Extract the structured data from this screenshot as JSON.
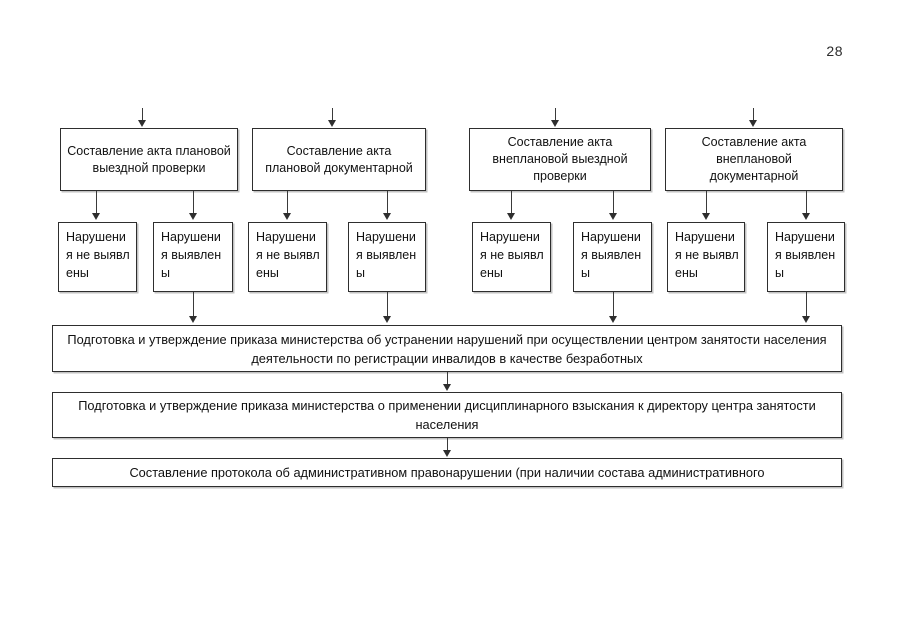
{
  "document": {
    "page_number": "28",
    "type": "flowchart"
  },
  "flowchart": {
    "title": "",
    "top_nodes": [
      {
        "id": "act-planned-onsite",
        "text": "Составление акта плановой выездной проверки"
      },
      {
        "id": "act-planned-documentary",
        "text": "Составление акта плановой документарной"
      },
      {
        "id": "act-unplanned-onsite",
        "text": "Составление акта внеплановой выездной проверки"
      },
      {
        "id": "act-unplanned-documentary",
        "text": "Составление акта внеплановой документарной"
      }
    ],
    "outcome_nodes": [
      {
        "id": "no-violations-1",
        "text": "Нарушения не выявлены"
      },
      {
        "id": "violations-1",
        "text": "Нарушения выявлены"
      },
      {
        "id": "no-violations-2",
        "text": "Нарушения не выявлены"
      },
      {
        "id": "violations-2",
        "text": "Нарушения выявлены"
      },
      {
        "id": "no-violations-3",
        "text": "Нарушения не выявлены"
      },
      {
        "id": "violations-3",
        "text": "Нарушения выявлены"
      },
      {
        "id": "no-violations-4",
        "text": "Нарушения не выявлены"
      },
      {
        "id": "violations-4",
        "text": "Нарушения выявлены"
      }
    ],
    "action_nodes": [
      {
        "id": "order-eliminate-violations",
        "text": "Подготовка и утверждение приказа министерства об устранении нарушений при осуществлении центром занятости населения деятельности по регистрации инвалидов в качестве безработных"
      },
      {
        "id": "order-disciplinary-action",
        "text": "Подготовка и утверждение приказа министерства о применении дисциплинарного взыскания к директору центра занятости населения"
      },
      {
        "id": "administrative-protocol",
        "text": "Составление протокола об административном правонарушении (при наличии состава административного"
      }
    ]
  }
}
